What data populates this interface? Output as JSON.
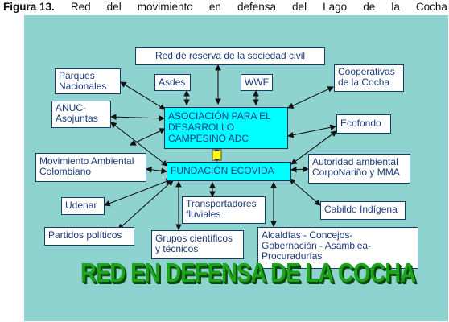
{
  "caption": {
    "label": "Figura 13.",
    "words": [
      "Red",
      "del",
      "movimiento",
      "en",
      "defensa",
      "del",
      "Lago",
      "de",
      "la",
      "Cocha"
    ]
  },
  "nodes": {
    "red_reserva": [
      "Red de reserva de la sociedad civil"
    ],
    "parques": [
      "Parques",
      "Nacionales"
    ],
    "asdes": [
      "Asdes"
    ],
    "wwf": [
      "WWF"
    ],
    "cooperativas": [
      "Cooperativas",
      "de la Cocha"
    ],
    "anuc": [
      "ANUC-",
      "Asojuntas"
    ],
    "adc": [
      "ASOCIACIÓN PARA EL",
      "DESARROLLO",
      "CAMPESINO ADC"
    ],
    "ecofondo": [
      "Ecofondo"
    ],
    "movimiento": [
      "Movimiento Ambiental",
      "Colombiano"
    ],
    "ecovida": [
      "FUNDACIÓN ECOVIDA"
    ],
    "autoridad": [
      "Autoridad ambiental",
      "CorpoNariño y MMA"
    ],
    "udenar": [
      "Udenar"
    ],
    "transportadores": [
      "Transportadores",
      "fluviales"
    ],
    "cabildo": [
      "Cabildo Indígena"
    ],
    "partidos": [
      "Partidos políticos"
    ],
    "grupos": [
      "Grupos científicos",
      "y técnicos"
    ],
    "alcaldias": [
      "Alcaldías - Concejos-",
      "Gobernación - Asamblea-",
      "Procuradurías"
    ]
  },
  "banner": "RED EN DEFENSA DE LA  COCHA",
  "colors": {
    "panel_bg": "#8fd3d1",
    "core_fill": "#00ffff",
    "link_fill": "#ffff00",
    "banner_green": "#1aa51a",
    "text_blue": "#1a3a7a"
  }
}
